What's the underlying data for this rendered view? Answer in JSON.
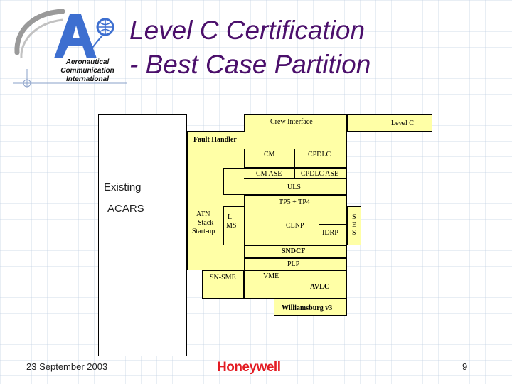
{
  "logo": {
    "line1": "Aeronautical",
    "line2": "Communication",
    "line3": "International"
  },
  "title": {
    "line1": "Level C Certification",
    "line2": "- Best Case Partition"
  },
  "diagram": {
    "existing_label": "Existing",
    "acars_label": "ACARS",
    "crew_interface": "Crew Interface",
    "level_c": "Level C",
    "fault_handler": "Fault Handler",
    "cm": "CM",
    "cpdlc": "CPDLC",
    "cm_ase": "CM ASE",
    "cpdlc_ase": "CPDLC ASE",
    "uls": "ULS",
    "tp_label": "TP5 + TP4",
    "atn_line1": "ATN",
    "atn_line2": "Stack",
    "atn_line3": "Start-up",
    "lms_line1": "L",
    "lms_line2": "MS",
    "clnp": "CLNP",
    "idrp": "IDRP",
    "ses_line1": "S",
    "ses_line2": "E",
    "ses_line3": "S",
    "sndcf": "SNDCF",
    "plp": "PLP",
    "sn_sme": "SN-SME",
    "vme": "VME",
    "avlc": "AVLC",
    "williamsburg": "Williamsburg v3"
  },
  "footer": {
    "date": "23 September 2003",
    "brand": "Honeywell",
    "page": "9"
  },
  "colors": {
    "title": "#4b0f6b",
    "box_fill": "#ffffa6",
    "brand": "#e31b23"
  }
}
